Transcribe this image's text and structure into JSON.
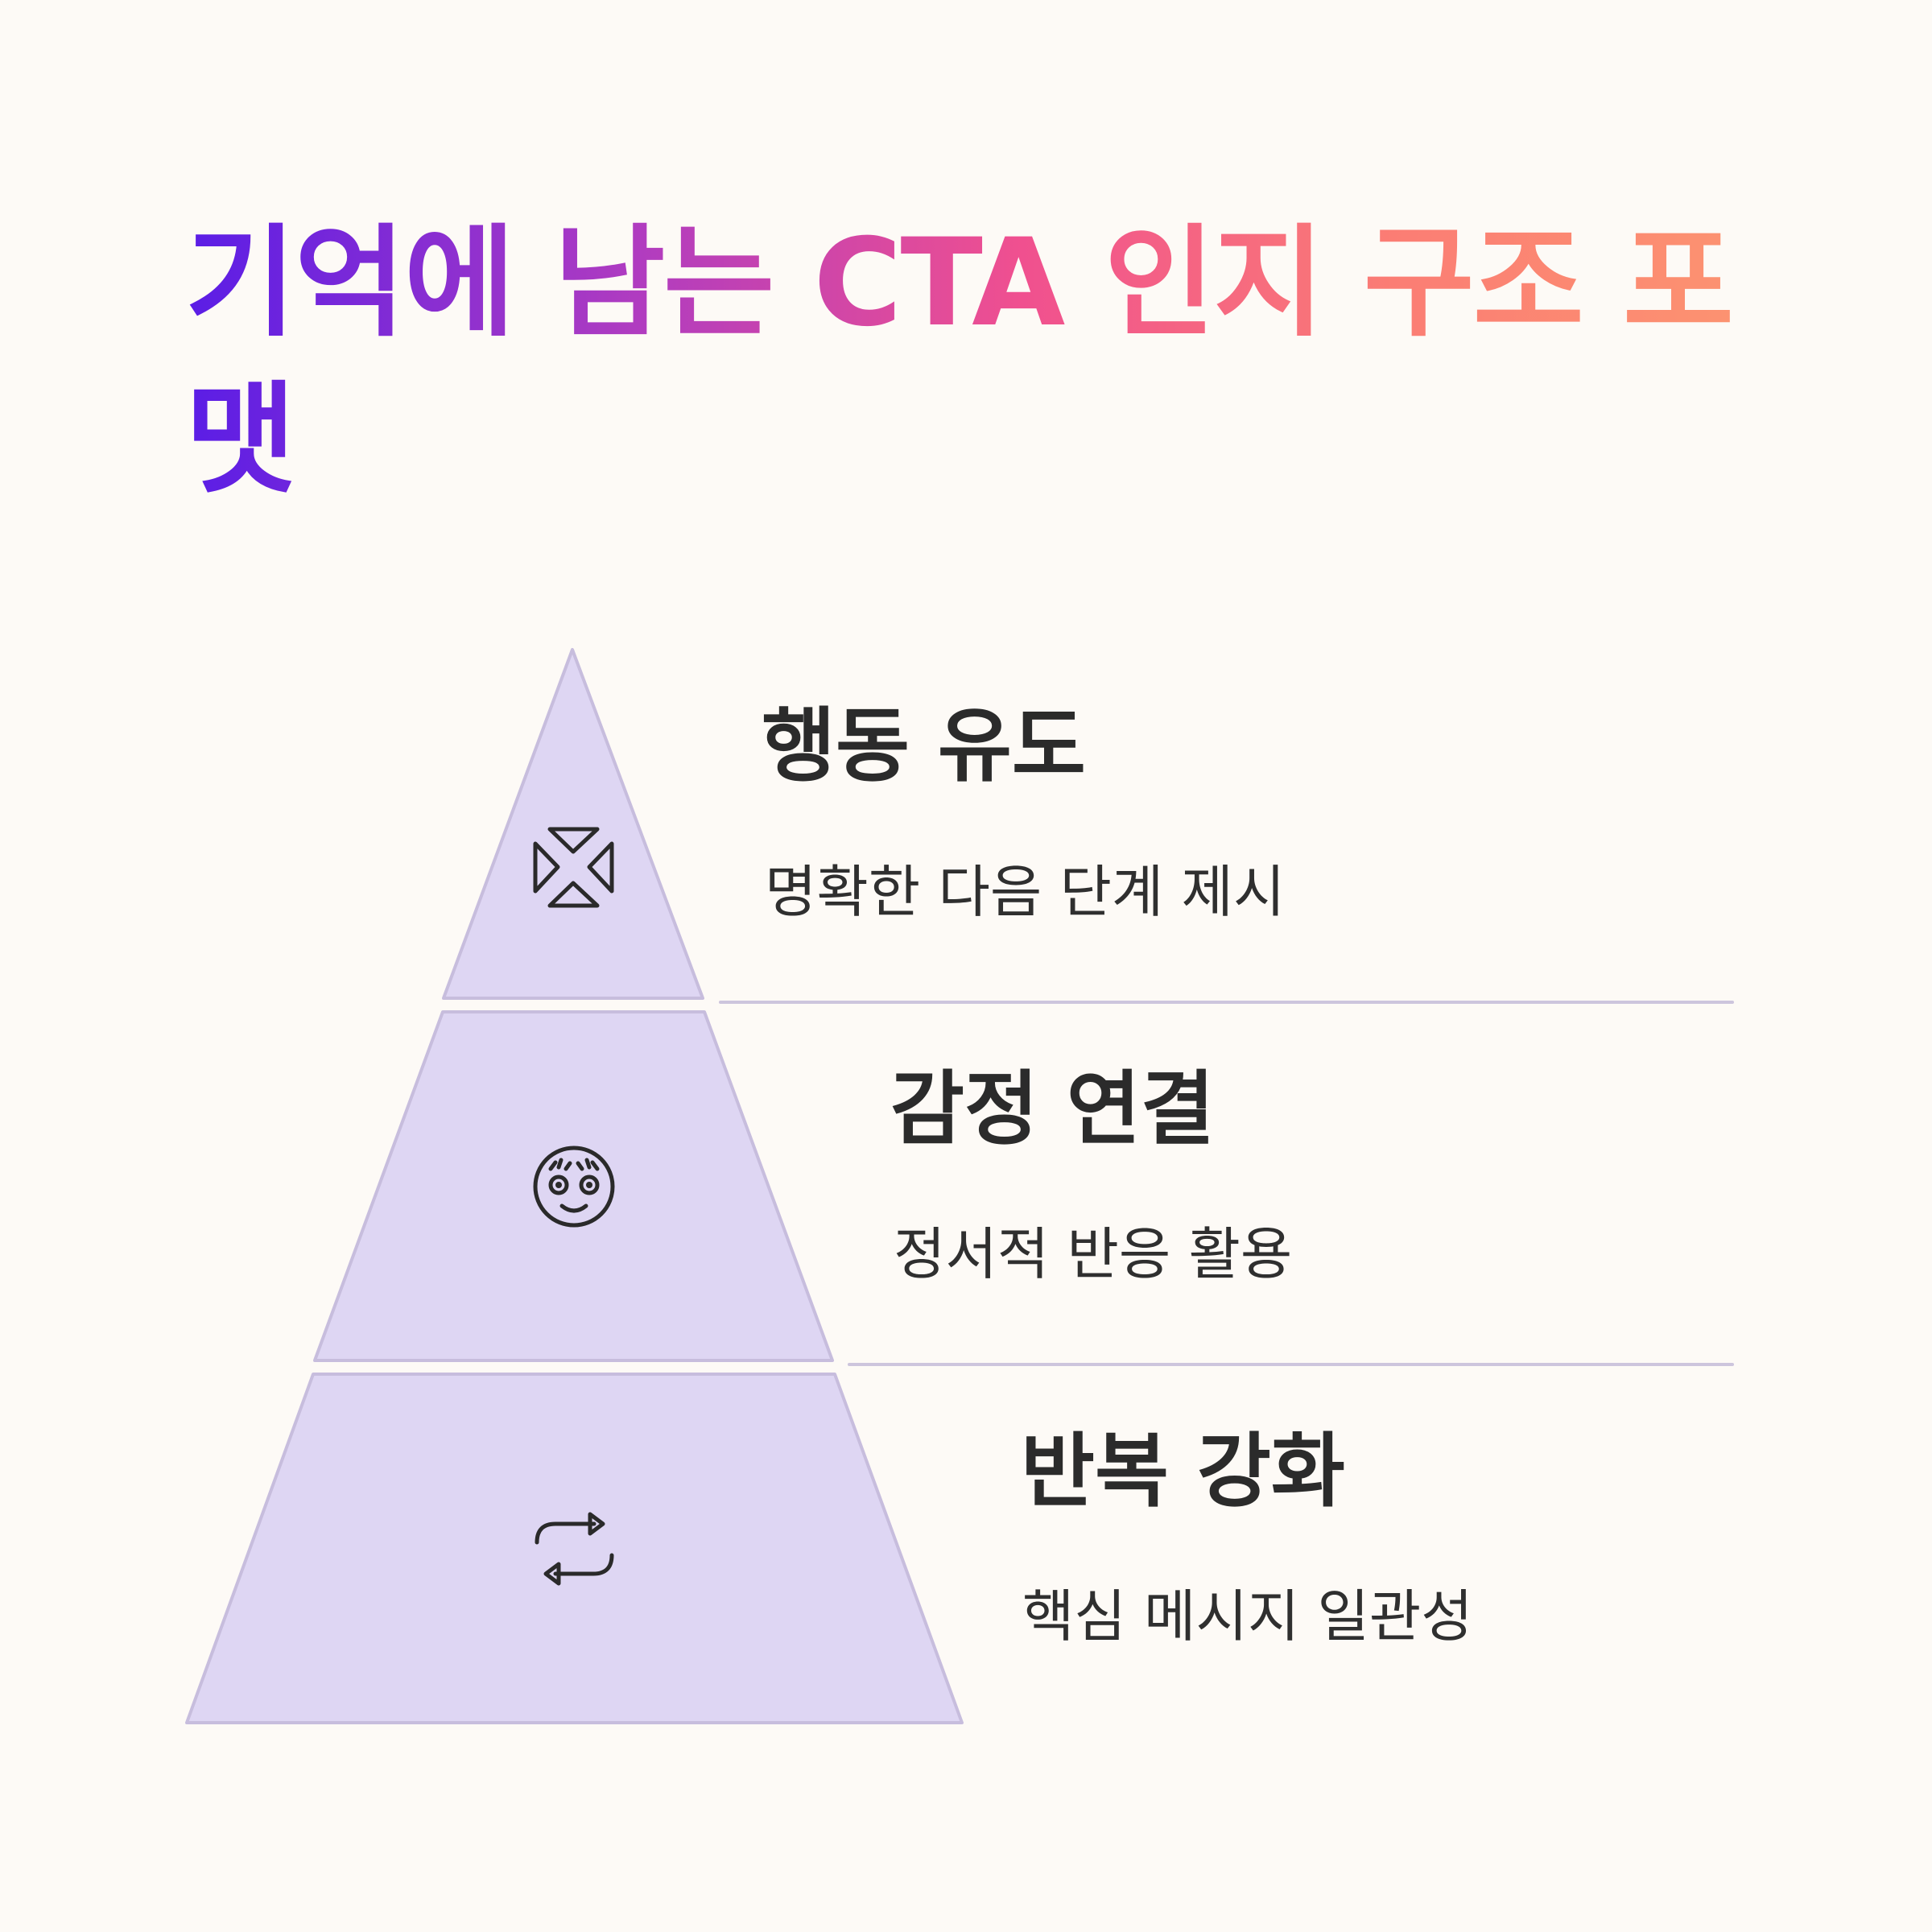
{
  "title": "기억에 남는 CTA 인지 구조 포맷",
  "tiers": [
    {
      "heading": "행동 유도",
      "description": "명확한 다음 단계 제시",
      "icon": "arrows-converge-icon"
    },
    {
      "heading": "감정 연결",
      "description": "정서적 반응 활용",
      "icon": "smiling-face-icon"
    },
    {
      "heading": "반복 강화",
      "description": "핵심 메시지 일관성",
      "icon": "repeat-arrows-icon"
    }
  ],
  "colors": {
    "background": "#fdfaf6",
    "tier_fill": "#ded6f3",
    "tier_stroke": "#c7bddd",
    "title_gradient": [
      "#5a1de6",
      "#b03cc0",
      "#f0508f",
      "#fb7d74",
      "#fc9670"
    ],
    "text": "#2b2b2b"
  }
}
